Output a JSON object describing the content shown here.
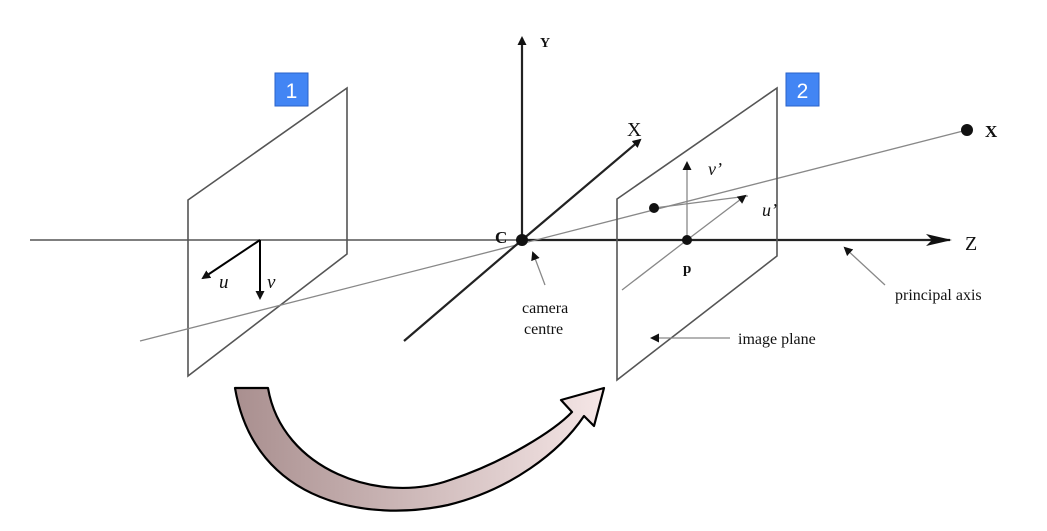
{
  "badges": [
    {
      "label": "1",
      "color": "#4285f4"
    },
    {
      "label": "2",
      "color": "#4285f4"
    }
  ],
  "labels": {
    "axis_y": "Y",
    "axis_x": "X",
    "axis_z": "Z",
    "point_x": "X",
    "camera_c": "C",
    "camera_centre_1": "camera",
    "camera_centre_2": "centre",
    "principal_point": "p",
    "principal_axis": "principal axis",
    "image_plane": "image plane",
    "u": "u",
    "v": "v",
    "u_prime": "u’",
    "v_prime": "v’"
  },
  "arrow_colors": {
    "fill_dark": "#a98f8f",
    "fill_light": "#f5e6e6",
    "outline": "#000000"
  }
}
